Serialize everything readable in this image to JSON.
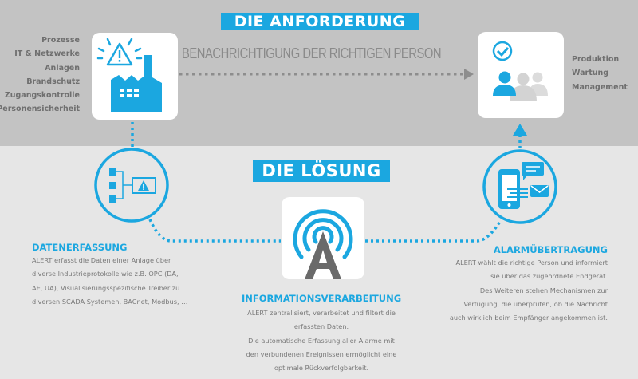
{
  "requirement": {
    "title": "DIE ANFORDERUNG",
    "subtitle": "BENACHRICHTIGUNG DER RICHTIGEN PERSON",
    "sources": [
      "Prozesse",
      "IT & Netzwerke",
      "Anlagen",
      "Brandschutz",
      "Zugangskontrolle",
      "Personensicherheit"
    ],
    "recipients": [
      "Produktion",
      "Wartung",
      "Management"
    ]
  },
  "solution": {
    "title": "DIE LÖSUNG",
    "steps": [
      {
        "title": "DATENERFASSUNG",
        "lines": [
          "ALERT erfasst die Daten einer Anlage über",
          "diverse Industrieprotokolle wie z.B. OPC (DA,",
          "AE, UA), Visualisierungsspezifische Treiber zu",
          "diversen SCADA Systemen, BACnet, Modbus, …"
        ]
      },
      {
        "title": "INFORMATIONSVERARBEITUNG",
        "lines": [
          "ALERT zentralisiert, verarbeitet und filtert die",
          "erfassten Daten.",
          "Die automatische Erfassung aller Alarme mit",
          "den verbundenen Ereignissen ermöglicht eine",
          "optimale Rückverfolgbarkeit."
        ]
      },
      {
        "title": "ALARMÜBERTRAGUNG",
        "lines": [
          "ALERT wählt die richtige Person und informiert",
          "sie über das zugeordnete Endgerät.",
          "Des Weiteren stehen Mechanismen zur",
          "Verfügung, die überprüfen, ob die Nachricht",
          "auch wirklich beim Empfänger angekommen ist."
        ]
      }
    ]
  },
  "colors": {
    "accent": "#1ba7e0",
    "top_band": "#c3c3c3",
    "bottom_band": "#e6e6e6",
    "text_gray": "#7a7a7a"
  },
  "icons": [
    "factory-alarm-icon",
    "people-check-icon",
    "data-acquisition-icon",
    "alert-antenna-logo",
    "mobile-notification-icon"
  ]
}
